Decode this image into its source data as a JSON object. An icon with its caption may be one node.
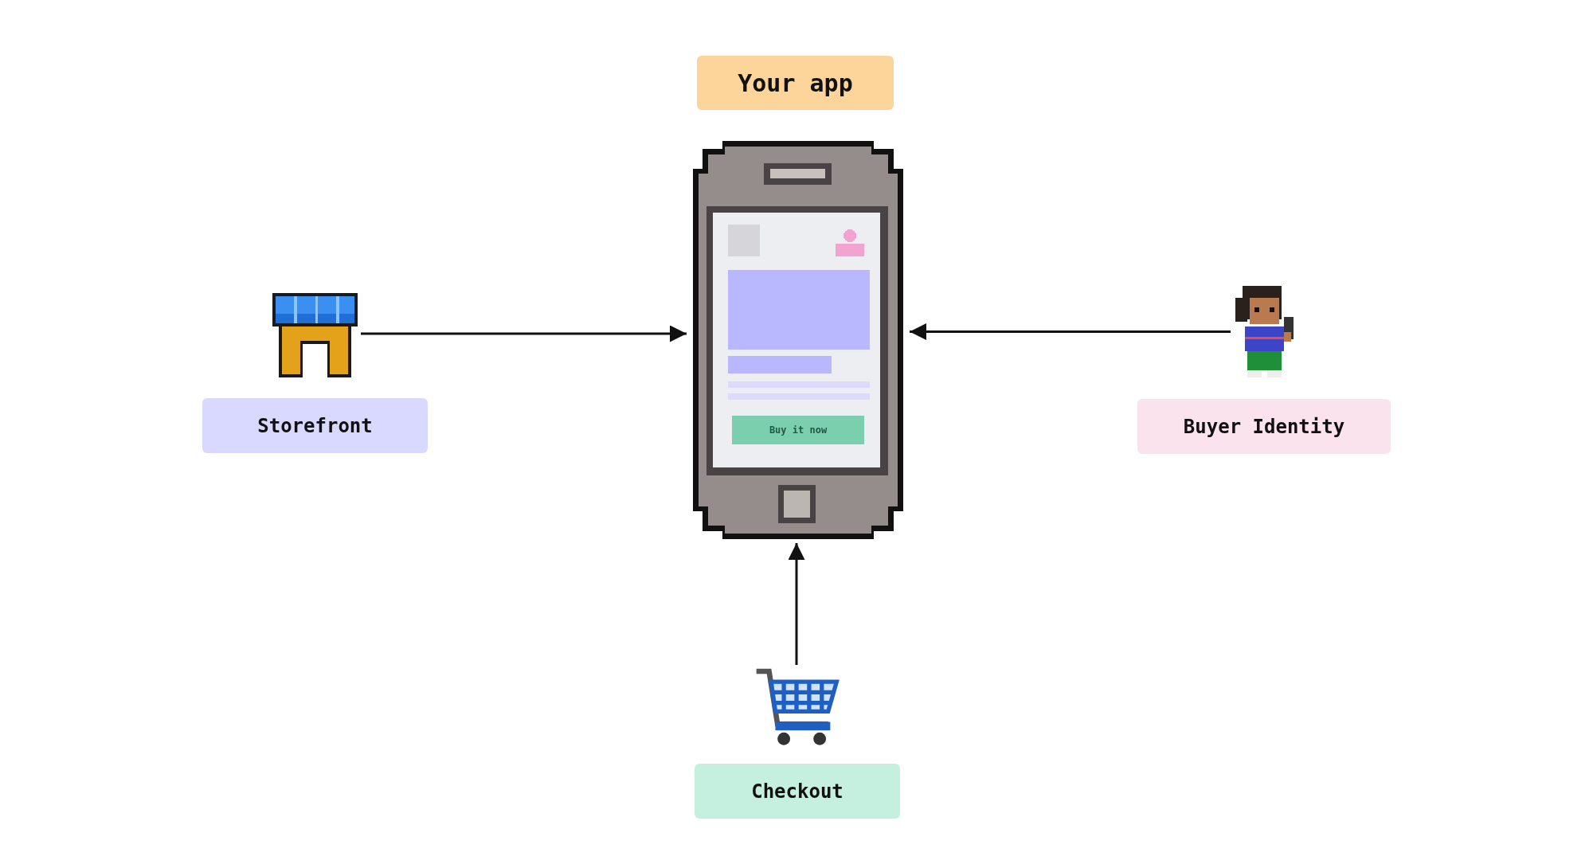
{
  "diagram": {
    "nodes": [
      {
        "text": [
          "Your app"
        ]
      },
      {
        "text": [],
        "shape": "picture"
      },
      {
        "text": [],
        "shape": "picture"
      },
      {
        "text": [
          "Storefront"
        ]
      },
      {
        "text": [],
        "shape": "picture"
      },
      {
        "text": [
          "Buyer Identity"
        ]
      },
      {
        "text": [],
        "shape": "picture"
      },
      {
        "text": [
          "Checkout"
        ]
      }
    ],
    "edges": [
      {
        "from": 2,
        "to": 1,
        "arrow": "to"
      },
      {
        "from": 4,
        "to": 1,
        "arrow": "to"
      },
      {
        "from": 6,
        "to": 1,
        "arrow": "to"
      }
    ],
    "labels": [
      "Buy it now"
    ]
  }
}
